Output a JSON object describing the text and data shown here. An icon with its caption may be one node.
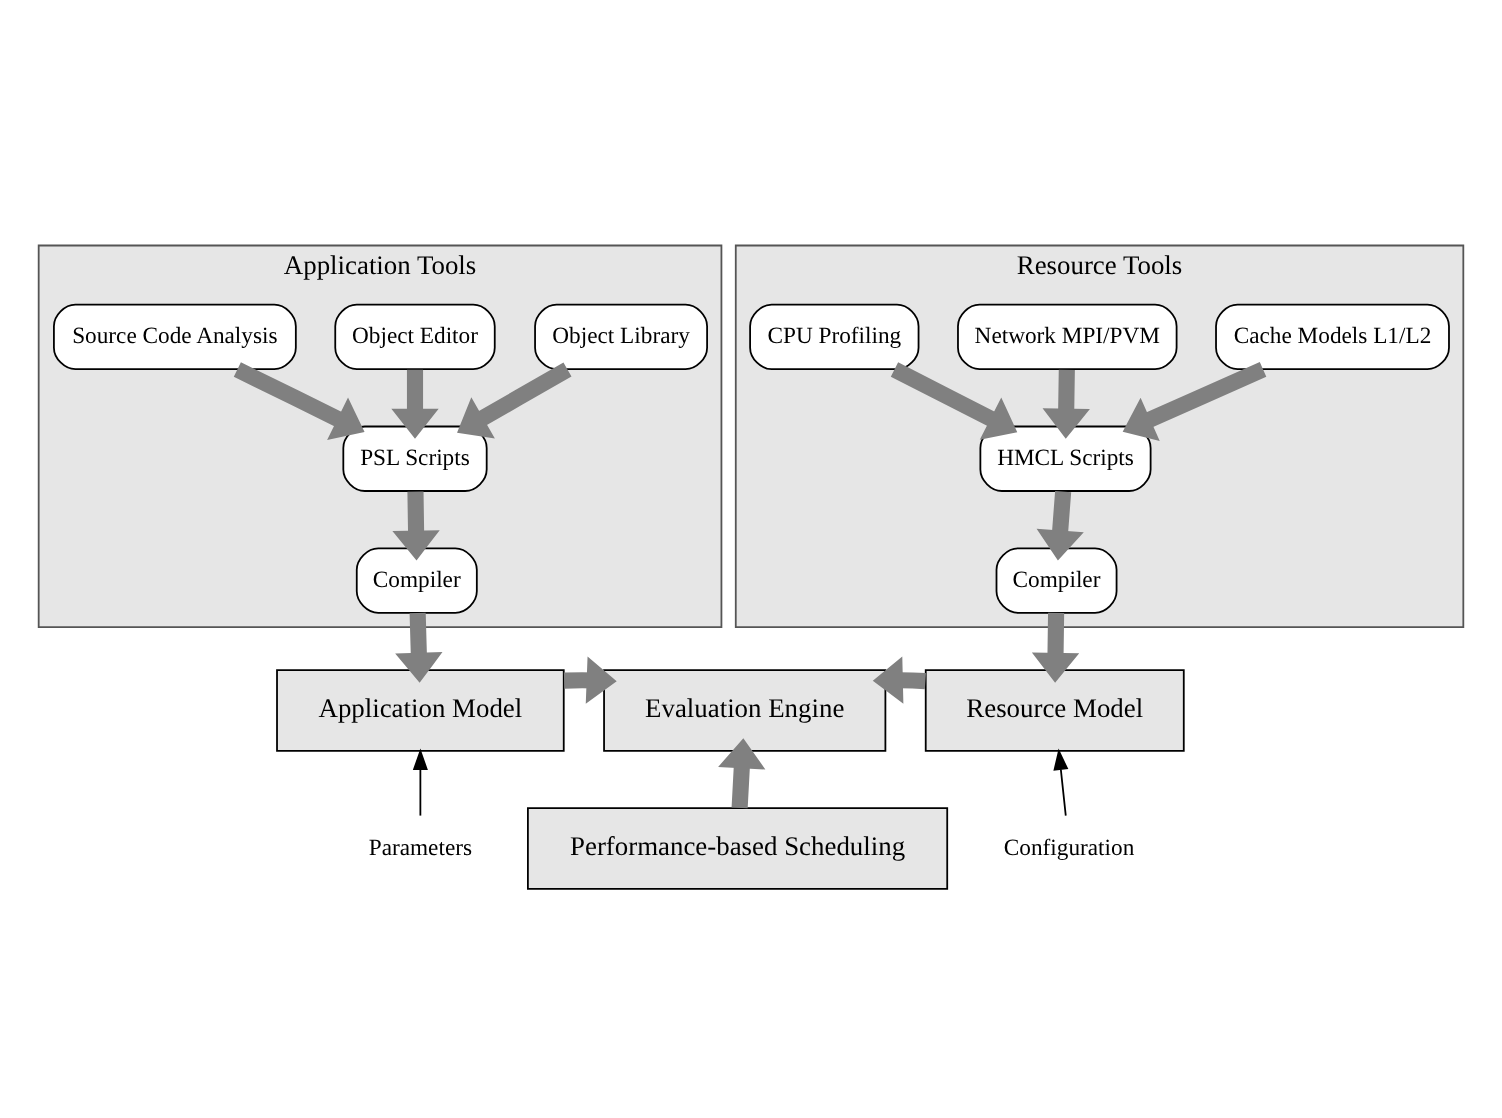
{
  "diagram": {
    "nodes": [
      {
        "text": [
          "Application Tools"
        ]
      },
      {
        "text": [
          "Source Code Analysis"
        ],
        "in": 0
      },
      {
        "text": [
          "Object Editor"
        ],
        "in": 0
      },
      {
        "text": [
          "Object Library"
        ],
        "in": 0
      },
      {
        "text": [
          "PSL Scripts"
        ],
        "in": 0
      },
      {
        "text": [
          "Compiler"
        ],
        "in": 0
      },
      {
        "text": [
          "Resource Tools"
        ]
      },
      {
        "text": [
          "CPU Profiling"
        ],
        "in": 6
      },
      {
        "text": [
          "Network MPI/PVM"
        ],
        "in": 6
      },
      {
        "text": [
          "Cache Models L1/L2"
        ],
        "in": 6
      },
      {
        "text": [
          "HMCL Scripts"
        ],
        "in": 6
      },
      {
        "text": [
          "Compiler"
        ],
        "in": 6
      },
      {
        "text": [
          "Application Model"
        ]
      },
      {
        "text": [
          "Evaluation Engine"
        ]
      },
      {
        "text": [
          "Resource Model"
        ]
      },
      {
        "text": [
          "Parameters"
        ]
      },
      {
        "text": [
          "Performance-based Scheduling"
        ]
      },
      {
        "text": [
          "Configuration"
        ]
      }
    ],
    "edges": [
      {
        "from": 1,
        "to": 4,
        "arrow": "to"
      },
      {
        "from": 2,
        "to": 4,
        "arrow": "to"
      },
      {
        "from": 3,
        "to": 4,
        "arrow": "to"
      },
      {
        "from": 4,
        "to": 5,
        "arrow": "to"
      },
      {
        "from": 7,
        "to": 10,
        "arrow": "to"
      },
      {
        "from": 8,
        "to": 10,
        "arrow": "to"
      },
      {
        "from": 9,
        "to": 10,
        "arrow": "to"
      },
      {
        "from": 10,
        "to": 11,
        "arrow": "to"
      },
      {
        "from": 5,
        "to": 12,
        "arrow": "to"
      },
      {
        "from": 11,
        "to": 14,
        "arrow": "to"
      },
      {
        "from": 12,
        "to": 13,
        "arrow": "to"
      },
      {
        "from": 14,
        "to": 13,
        "arrow": "to"
      },
      {
        "from": 16,
        "to": 13,
        "arrow": "to"
      },
      {
        "from": 15,
        "to": 12,
        "arrow": "to",
        "color": "#000000"
      },
      {
        "from": 17,
        "to": 14,
        "arrow": "to",
        "color": "#000000"
      }
    ]
  }
}
